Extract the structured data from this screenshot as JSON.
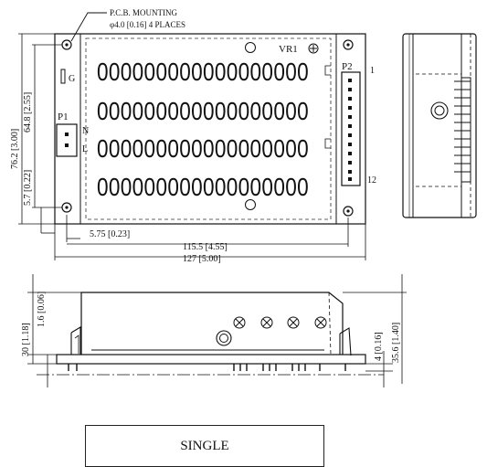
{
  "notes": {
    "mounting_line1": "P.C.B. MOUNTING",
    "mounting_line2": "φ4.0 [0.16] 4 PLACES"
  },
  "top_view": {
    "vr1": "VR1",
    "p2": "P2",
    "pin_first": "1",
    "pin_last": "12",
    "g": "G",
    "p1": "P1",
    "n": "N",
    "l": "L",
    "slot_rows": [
      "000000000000000000",
      "000000000000000000",
      "000000000000000000",
      "000000000000000000"
    ],
    "dim_width_outer": "127 [5.00]",
    "dim_width_holes": "115.5 [4.55]",
    "dim_left_offset": "5.75 [0.23]",
    "dim_height_outer": "76.2 [3.00]",
    "dim_height_holes": "64.8 [2.55]",
    "dim_bottom_offset": "5.7 [0.22]"
  },
  "front_view": {
    "dim_height": "30 [1.18]",
    "dim_standoff": "1.6 [0.06]",
    "dim_pin": "4 [0.16]",
    "dim_total": "35.6 [1.40]"
  },
  "caption": "SINGLE"
}
